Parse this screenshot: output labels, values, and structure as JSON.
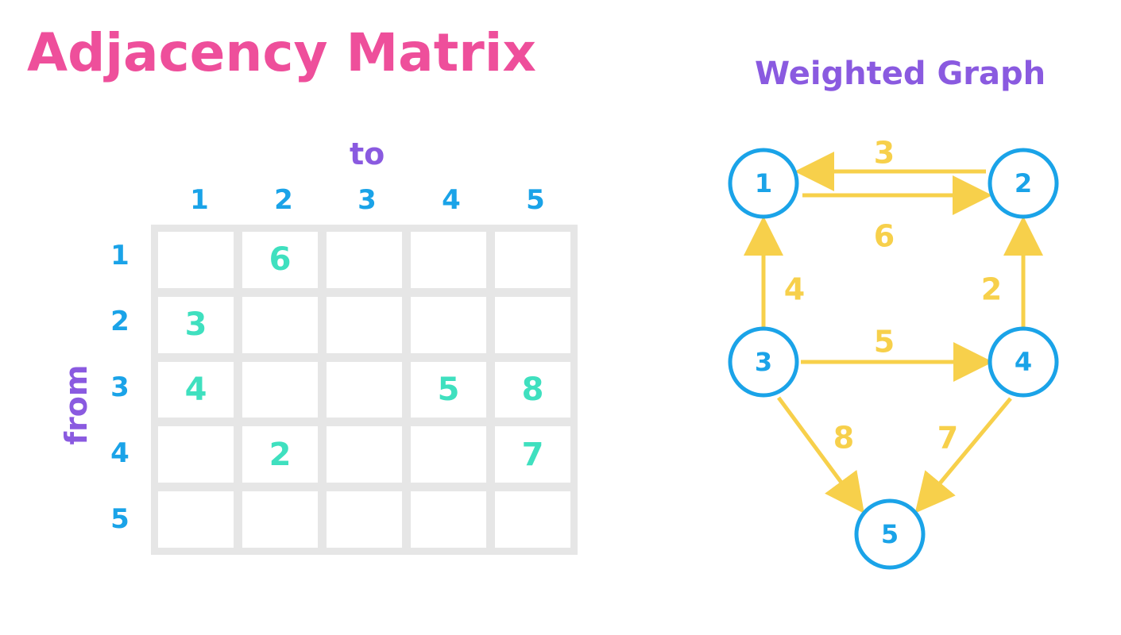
{
  "title": "Adjacency Matrix",
  "graph_title": "Weighted Graph",
  "axis": {
    "to": "to",
    "from": "from"
  },
  "columns": [
    "1",
    "2",
    "3",
    "4",
    "5"
  ],
  "rows": [
    "1",
    "2",
    "3",
    "4",
    "5"
  ],
  "matrix": [
    [
      "",
      "6",
      "",
      "",
      ""
    ],
    [
      "3",
      "",
      "",
      "",
      ""
    ],
    [
      "4",
      "",
      "",
      "5",
      "8"
    ],
    [
      "",
      "2",
      "",
      "",
      "7"
    ],
    [
      "",
      "",
      "",
      "",
      ""
    ]
  ],
  "graph": {
    "nodes": [
      "1",
      "2",
      "3",
      "4",
      "5"
    ],
    "edges": [
      {
        "from": "2",
        "to": "1",
        "weight": "3"
      },
      {
        "from": "1",
        "to": "2",
        "weight": "6"
      },
      {
        "from": "3",
        "to": "1",
        "weight": "4"
      },
      {
        "from": "4",
        "to": "2",
        "weight": "2"
      },
      {
        "from": "3",
        "to": "4",
        "weight": "5"
      },
      {
        "from": "3",
        "to": "5",
        "weight": "8"
      },
      {
        "from": "4",
        "to": "5",
        "weight": "7"
      }
    ]
  },
  "colors": {
    "title": "#ee4f9b",
    "axis_label": "#8a5ae0",
    "index_label": "#1aa3e8",
    "cell_value": "#3fe0bf",
    "node_stroke": "#1aa3e8",
    "edge": "#f7d04b"
  }
}
